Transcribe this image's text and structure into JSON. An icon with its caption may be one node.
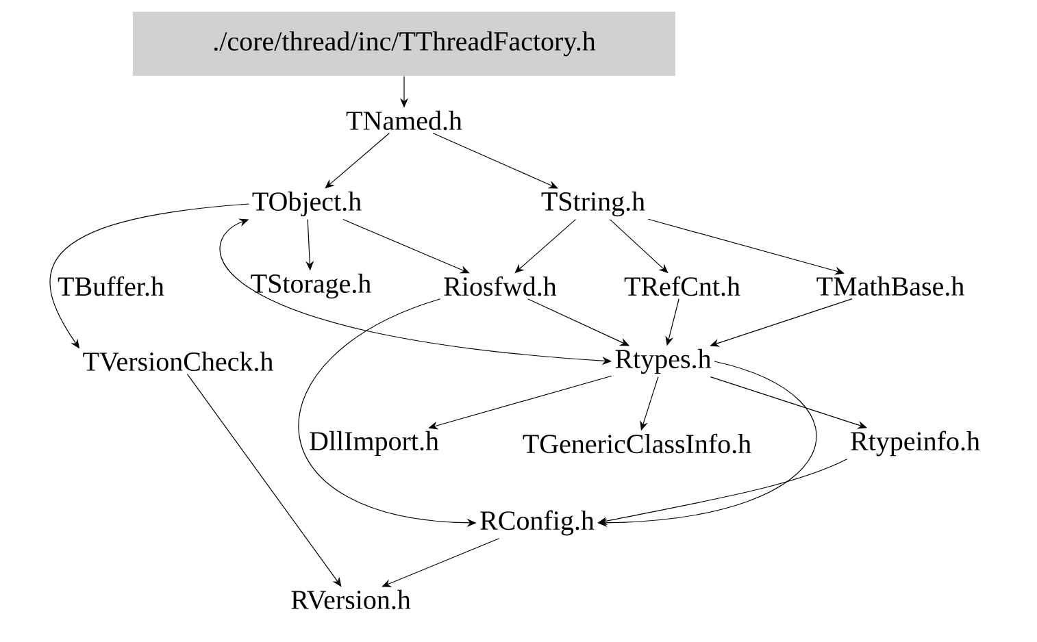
{
  "diagram": {
    "nodes": [
      {
        "text": [
          "./core/thread/inc/TThreadFactory.h"
        ]
      },
      {
        "text": [
          "TNamed.h"
        ]
      },
      {
        "text": [
          "TObject.h"
        ]
      },
      {
        "text": [
          "TString.h"
        ]
      },
      {
        "text": [
          "TBuffer.h"
        ]
      },
      {
        "text": [
          "TStorage.h"
        ]
      },
      {
        "text": [
          "Riosfwd.h"
        ]
      },
      {
        "text": [
          "TRefCnt.h"
        ]
      },
      {
        "text": [
          "TMathBase.h"
        ]
      },
      {
        "text": [
          "TVersionCheck.h"
        ]
      },
      {
        "text": [
          "Rtypes.h"
        ]
      },
      {
        "text": [
          "DllImport.h"
        ]
      },
      {
        "text": [
          "TGenericClassInfo.h"
        ]
      },
      {
        "text": [
          "Rtypeinfo.h"
        ]
      },
      {
        "text": [
          "RConfig.h"
        ]
      },
      {
        "text": [
          "RVersion.h"
        ]
      }
    ],
    "edges": [
      {
        "from": 0,
        "to": 1,
        "arrow": "to"
      },
      {
        "from": 1,
        "to": 2,
        "arrow": "to"
      },
      {
        "from": 1,
        "to": 3,
        "arrow": "to"
      },
      {
        "from": 2,
        "to": 9,
        "arrow": "to"
      },
      {
        "from": 2,
        "to": 5,
        "arrow": "to"
      },
      {
        "from": 2,
        "to": 6,
        "arrow": "to"
      },
      {
        "from": 2,
        "to": 10,
        "arrow": "both"
      },
      {
        "from": 3,
        "to": 6,
        "arrow": "to"
      },
      {
        "from": 3,
        "to": 7,
        "arrow": "to"
      },
      {
        "from": 3,
        "to": 8,
        "arrow": "to"
      },
      {
        "from": 6,
        "to": 10,
        "arrow": "to"
      },
      {
        "from": 6,
        "to": 14,
        "arrow": "to"
      },
      {
        "from": 7,
        "to": 10,
        "arrow": "to"
      },
      {
        "from": 8,
        "to": 10,
        "arrow": "to"
      },
      {
        "from": 9,
        "to": 15,
        "arrow": "to"
      },
      {
        "from": 10,
        "to": 11,
        "arrow": "to"
      },
      {
        "from": 10,
        "to": 12,
        "arrow": "to"
      },
      {
        "from": 10,
        "to": 13,
        "arrow": "to"
      },
      {
        "from": 10,
        "to": 14,
        "arrow": "to"
      },
      {
        "from": 13,
        "to": 14,
        "arrow": "to"
      },
      {
        "from": 14,
        "to": 15,
        "arrow": "to"
      }
    ]
  }
}
